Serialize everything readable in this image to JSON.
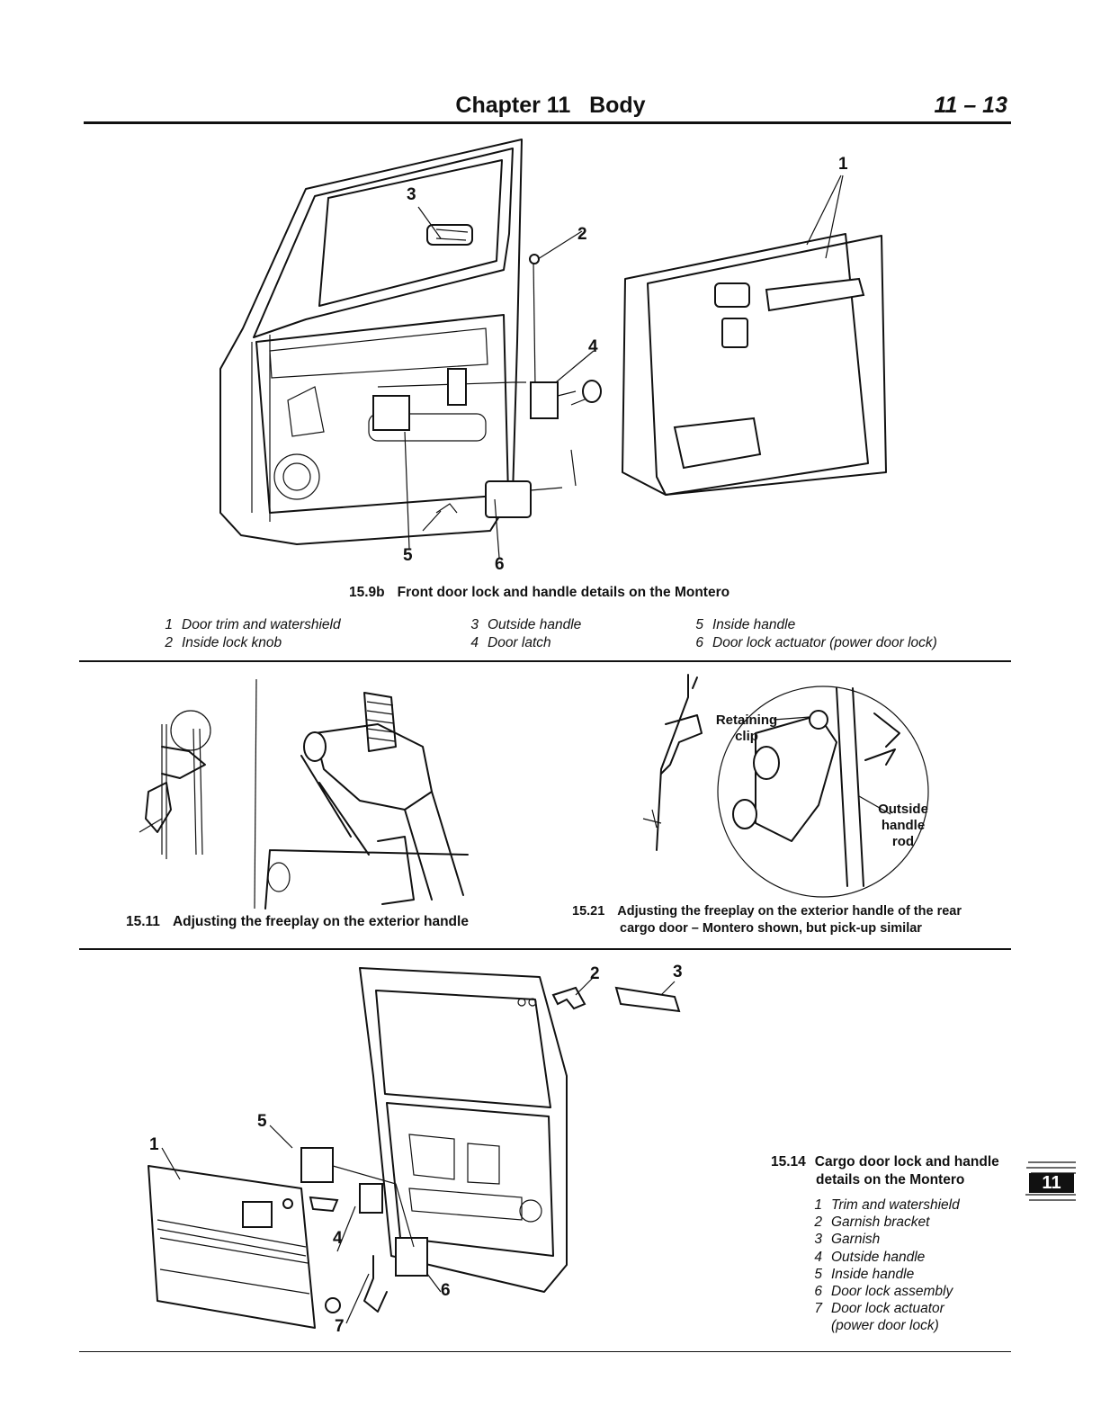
{
  "header": {
    "title": "Chapter 11   Body",
    "page": "11 – 13"
  },
  "fig_15_9b": {
    "number": "15.9b",
    "caption": "Front door lock and handle details on the Montero",
    "callouts": [
      "1",
      "2",
      "3",
      "4",
      "5",
      "6"
    ],
    "legend": [
      {
        "n": "1",
        "text": "Door trim and watershield"
      },
      {
        "n": "2",
        "text": "Inside lock knob"
      },
      {
        "n": "3",
        "text": "Outside handle"
      },
      {
        "n": "4",
        "text": "Door latch"
      },
      {
        "n": "5",
        "text": "Inside handle"
      },
      {
        "n": "6",
        "text": "Door lock actuator (power door lock)"
      }
    ]
  },
  "fig_15_11": {
    "number": "15.11",
    "caption": "Adjusting the freeplay on the exterior handle"
  },
  "fig_15_21": {
    "number": "15.21",
    "caption_line1": "Adjusting the freeplay on the exterior handle of the rear",
    "caption_line2": "cargo door – Montero shown, but pick-up similar",
    "labels": {
      "retaining": "Retaining",
      "clip": "clip",
      "outside": "Outside",
      "handle": "handle",
      "rod": "rod"
    }
  },
  "fig_15_14": {
    "number": "15.14",
    "caption_line1": "Cargo door lock and handle",
    "caption_line2": "details on the Montero",
    "callouts": [
      "1",
      "2",
      "3",
      "4",
      "5",
      "6",
      "7"
    ],
    "legend": [
      {
        "n": "1",
        "text": "Trim and watershield"
      },
      {
        "n": "2",
        "text": "Garnish bracket"
      },
      {
        "n": "3",
        "text": "Garnish"
      },
      {
        "n": "4",
        "text": "Outside handle"
      },
      {
        "n": "5",
        "text": "Inside handle"
      },
      {
        "n": "6",
        "text": "Door lock assembly"
      },
      {
        "n": "7",
        "text": "Door lock actuator"
      },
      {
        "n": "",
        "text": "(power door lock)"
      }
    ]
  },
  "side_tab": "11"
}
